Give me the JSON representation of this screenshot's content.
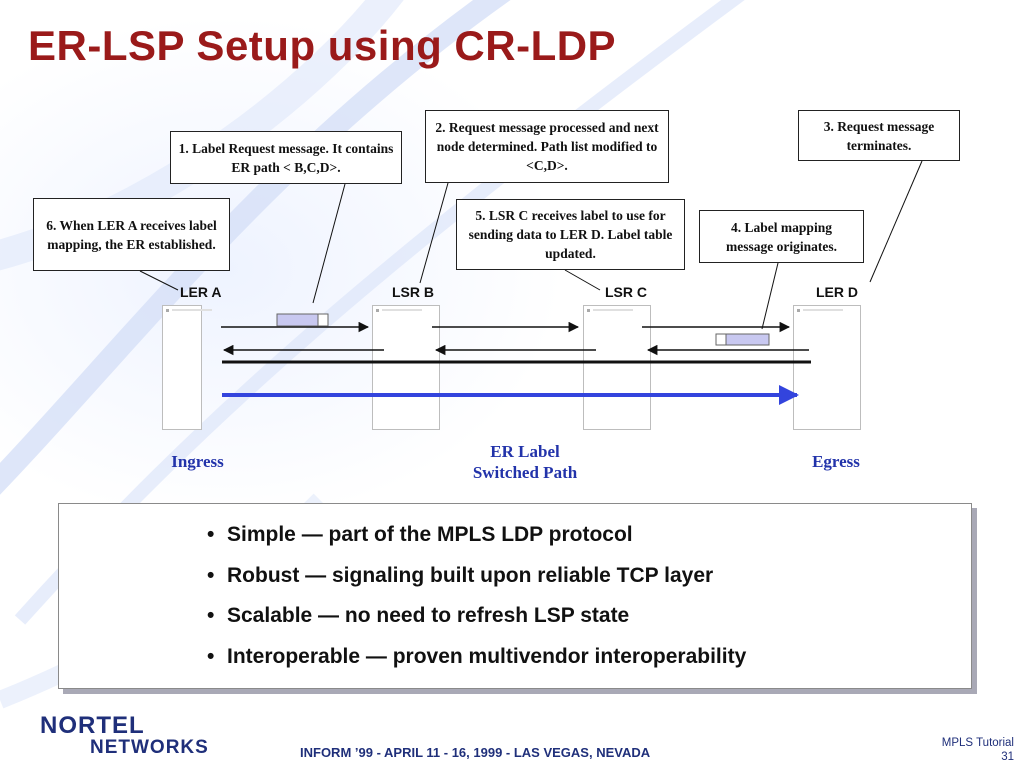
{
  "title": "ER-LSP Setup using CR-LDP",
  "callouts": {
    "c1": "1. Label Request message. It contains ER path < B,C,D>.",
    "c2": "2. Request message processed and next node determined. Path list modified to <C,D>.",
    "c3": "3. Request message terminates.",
    "c4": "4. Label mapping message  originates.",
    "c5": "5. LSR C receives label to use for sending data to LER D. Label table updated.",
    "c6": "6. When LER A receives label mapping, the ER established."
  },
  "nodes": {
    "ler_a": "LER A",
    "lsr_b": "LSR B",
    "lsr_c": "LSR C",
    "ler_d": "LER D"
  },
  "labels": {
    "ingress": "Ingress",
    "er_path_line1": "ER Label",
    "er_path_line2": "Switched Path",
    "egress": "Egress"
  },
  "bullets": [
    "Simple — part of the MPLS LDP protocol",
    "Robust — signaling built upon reliable TCP layer",
    "Scalable — no need to refresh LSP state",
    "Interoperable — proven multivendor interoperability"
  ],
  "footer": {
    "logo_line1": "NORTEL",
    "logo_line2": "NETWORKS",
    "event": "INFORM ’99 - APRIL 11 - 16, 1999 - LAS VEGAS, NEVADA",
    "series": "MPLS Tutorial",
    "page": "31"
  },
  "colors": {
    "title": "#9a1a1a",
    "accent_blue": "#2233aa",
    "lsp_arrow": "#3344dd",
    "label_box": "#c8c8f0"
  }
}
